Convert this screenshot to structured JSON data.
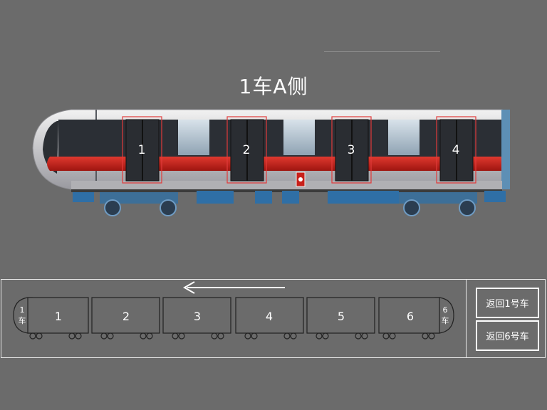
{
  "page": {
    "title": "1车A侧"
  },
  "doors": [
    {
      "label": "1"
    },
    {
      "label": "2"
    },
    {
      "label": "3"
    },
    {
      "label": "4"
    }
  ],
  "mini_train": {
    "direction_arrow": "arrow-left-icon",
    "left_end_label": [
      "1",
      "车"
    ],
    "right_end_label": [
      "6",
      "车"
    ],
    "cars": [
      {
        "label": "1"
      },
      {
        "label": "2"
      },
      {
        "label": "3"
      },
      {
        "label": "4"
      },
      {
        "label": "5"
      },
      {
        "label": "6"
      }
    ]
  },
  "buttons": {
    "return_car1": "返回1号车",
    "return_car6": "返回6号车"
  },
  "colors": {
    "background": "#6b6b6b",
    "stripe": "#c8201a",
    "door_highlight": "#e23a3a",
    "bogie": "#2f6fa6"
  }
}
